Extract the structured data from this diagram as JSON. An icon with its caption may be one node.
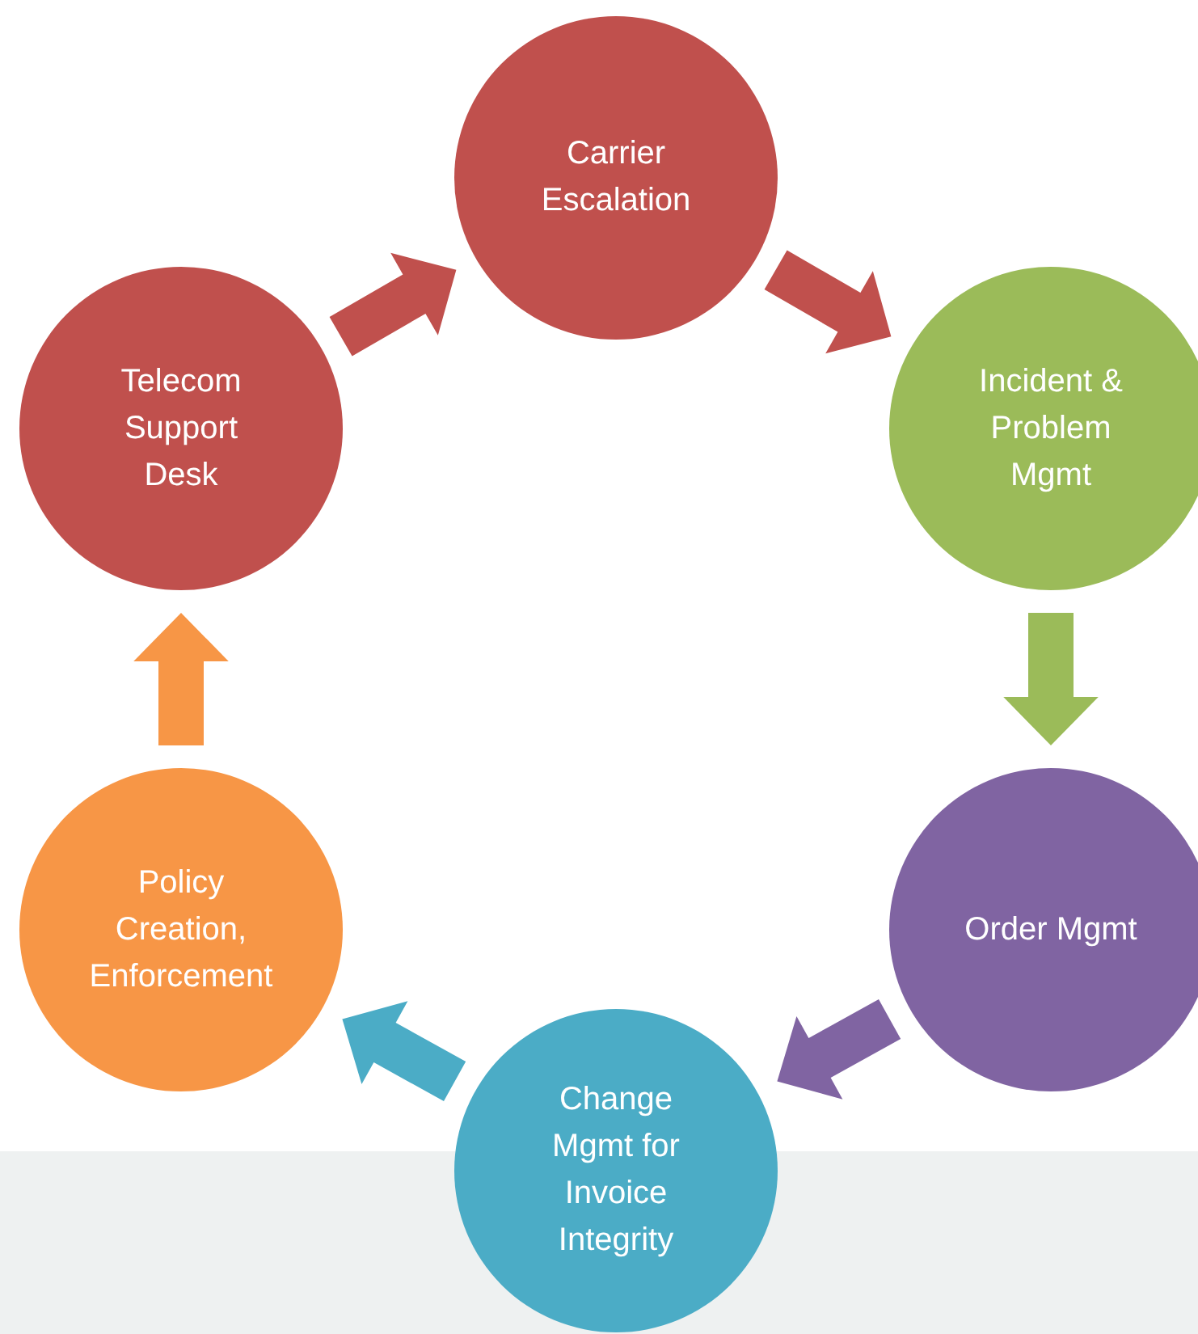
{
  "diagram": {
    "nodes": [
      {
        "text": [
          "Carrier Escalation"
        ]
      },
      {
        "text": [
          "Incident & Problem Mgmt"
        ]
      },
      {
        "text": [
          "Order Mgmt"
        ]
      },
      {
        "text": [
          "Change Mgmt for Invoice Integrity"
        ]
      },
      {
        "text": [
          "Policy Creation, Enforcement"
        ]
      },
      {
        "text": [
          "Telecom Support Desk"
        ]
      }
    ],
    "edges": [
      {
        "from": 5,
        "to": 0,
        "arrow": "to",
        "style": "thick",
        "color": "#c0504d"
      },
      {
        "from": 0,
        "to": 1,
        "arrow": "to",
        "style": "thick",
        "color": "#c0504d"
      },
      {
        "from": 1,
        "to": 2,
        "arrow": "to",
        "style": "thick",
        "color": "#9bbb59"
      },
      {
        "from": 2,
        "to": 3,
        "arrow": "to",
        "style": "thick",
        "color": "#8064a2"
      },
      {
        "from": 3,
        "to": 4,
        "arrow": "to",
        "style": "thick",
        "color": "#4bacc6"
      },
      {
        "from": 4,
        "to": 5,
        "arrow": "to",
        "style": "thick",
        "color": "#f79646"
      }
    ]
  }
}
